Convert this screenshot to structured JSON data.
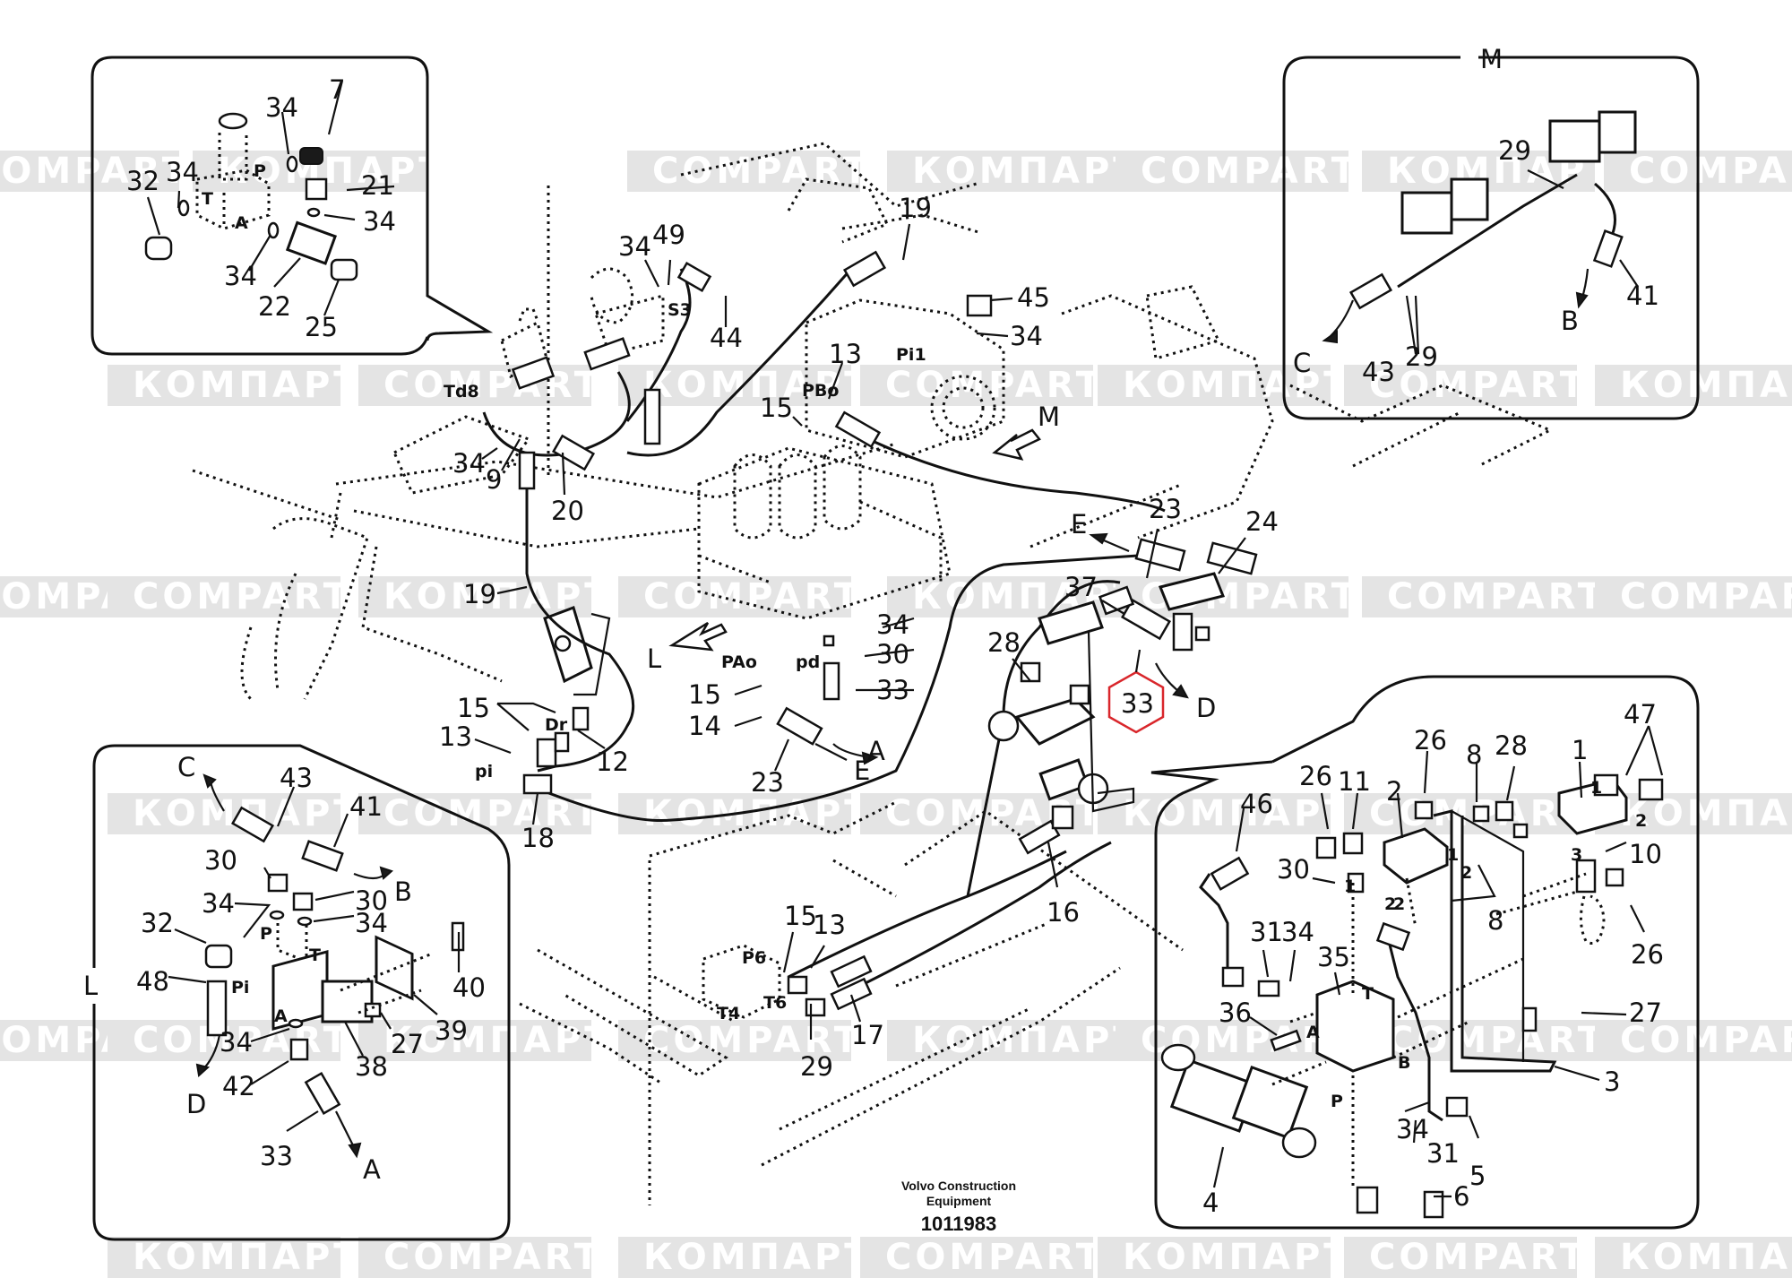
{
  "document": {
    "manufacturer": "Volvo Construction Equipment",
    "manufacturer_line1": "Volvo Construction",
    "manufacturer_line2": "Equipment",
    "drawing_number": "1011983",
    "highlight_color": "#d9262b",
    "highlighted_part": "33"
  },
  "watermarks": {
    "latin": "COMPART",
    "cyrillic": "КОМПАРТ",
    "band_color": "#e4e4e4"
  },
  "views": {
    "detail_top_left": {
      "labels": [
        "7",
        "34",
        "21",
        "34",
        "32",
        "34",
        "34",
        "22",
        "25"
      ],
      "ports": [
        "P",
        "T",
        "A"
      ]
    },
    "detail_M": {
      "title": "M",
      "labels": [
        "29",
        "41",
        "43",
        "29"
      ],
      "flow_labels": [
        "C",
        "B"
      ]
    },
    "detail_L": {
      "title": "L",
      "labels": [
        "43",
        "41",
        "30",
        "30",
        "34",
        "34",
        "32",
        "48",
        "40",
        "39",
        "27",
        "38",
        "34",
        "42",
        "33"
      ],
      "ports": [
        "P",
        "T",
        "Pi",
        "A"
      ],
      "flow_labels": [
        "C",
        "B",
        "D",
        "A"
      ]
    },
    "detail_bottom_right": {
      "labels": [
        "47",
        "1",
        "26",
        "26",
        "11",
        "2",
        "8",
        "28",
        "46",
        "30",
        "10",
        "8",
        "26",
        "31",
        "34",
        "35",
        "36",
        "27",
        "3",
        "34",
        "31",
        "5",
        "4",
        "6"
      ],
      "ports": [
        "1",
        "2",
        "1",
        "2",
        "2",
        "1",
        "2",
        "3",
        "T",
        "A",
        "B",
        "P"
      ]
    },
    "main": {
      "labels": [
        "19",
        "34",
        "49",
        "44",
        "45",
        "34",
        "13",
        "15",
        "Td8",
        "34",
        "9",
        "20",
        "23",
        "24",
        "37",
        "28",
        "33",
        "19",
        "34",
        "30",
        "33",
        "15",
        "14",
        "23",
        "15",
        "13",
        "12",
        "18",
        "16",
        "15",
        "13",
        "17",
        "29"
      ],
      "ports": [
        "S3",
        "Pi1",
        "PBo",
        "PAo",
        "pd",
        "Dr",
        "pi",
        "P6",
        "T6",
        "T4"
      ],
      "view_markers": [
        "M",
        "L"
      ],
      "flow_labels": [
        "E",
        "D",
        "A",
        "E"
      ]
    }
  }
}
